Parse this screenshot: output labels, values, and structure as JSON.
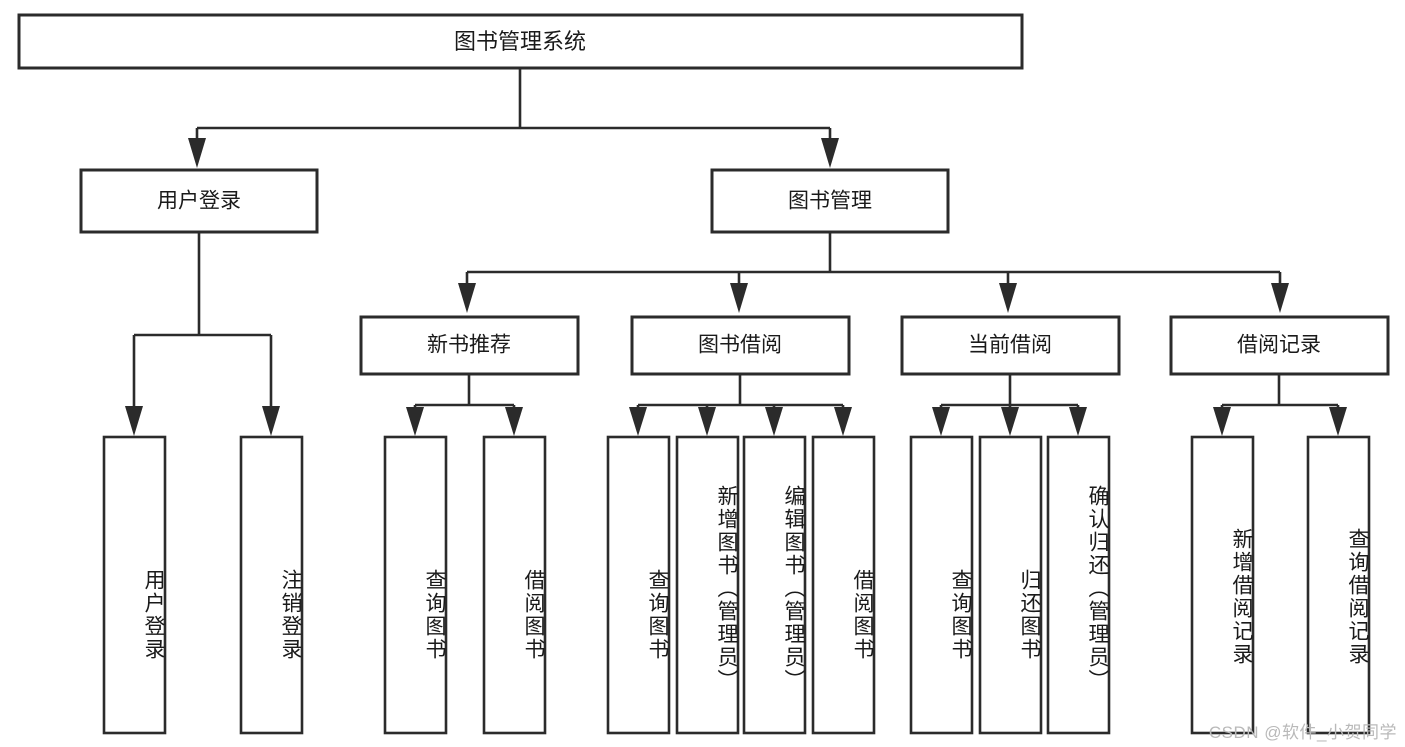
{
  "diagram": {
    "title": "图书管理系统",
    "type": "tree-hierarchy-chart",
    "orientation": "top-down",
    "colors": {
      "box_stroke": "#2b2b2b",
      "box_fill": "#ffffff",
      "connector": "#2b2b2b",
      "text": "#1a1a1a",
      "watermark": "#b9b9b9",
      "background": "#ffffff"
    },
    "root": {
      "label": "图书管理系统"
    },
    "level2": [
      {
        "label": "用户登录"
      },
      {
        "label": "图书管理"
      }
    ],
    "level3": [
      {
        "label": "新书推荐"
      },
      {
        "label": "图书借阅"
      },
      {
        "label": "当前借阅"
      },
      {
        "label": "借阅记录"
      }
    ],
    "leaves": {
      "user_login": [
        {
          "label": "用户登录"
        },
        {
          "label": "注销登录"
        }
      ],
      "new_book_recommend": [
        {
          "label": "查询图书"
        },
        {
          "label": "借阅图书"
        }
      ],
      "book_borrow": [
        {
          "label": "查询图书"
        },
        {
          "label": "新增图书（管理员）"
        },
        {
          "label": "编辑图书（管理员）"
        },
        {
          "label": "借阅图书"
        }
      ],
      "current_borrow": [
        {
          "label": "查询图书"
        },
        {
          "label": "归还图书"
        },
        {
          "label": "确认归还（管理员）"
        }
      ],
      "borrow_record": [
        {
          "label": "新增借阅记录"
        },
        {
          "label": "查询借阅记录"
        }
      ]
    }
  },
  "watermark": {
    "text": "CSDN @软件_小贺同学"
  }
}
